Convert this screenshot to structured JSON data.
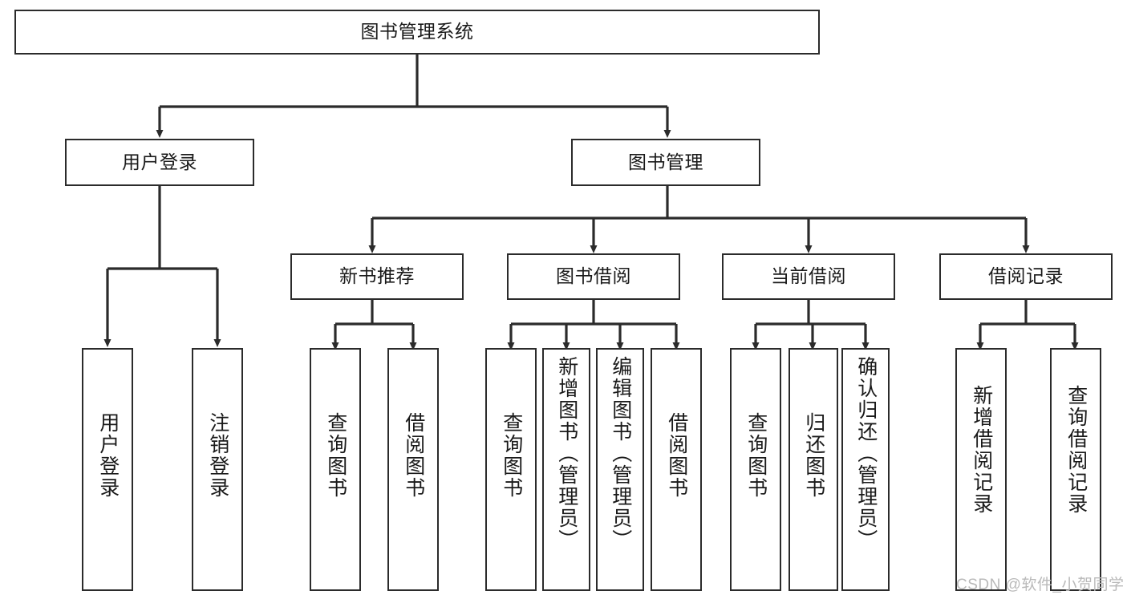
{
  "diagram": {
    "type": "tree-hierarchy-chart",
    "title": "图书管理系统",
    "watermark": "CSDN @软件_小贺同学",
    "colors": {
      "box_border": "#2b2b2b",
      "box_fill": "#ffffff",
      "connector": "#2b2b2b",
      "text": "#1a1a1a",
      "watermark": "#b9b9b9",
      "background": "#ffffff"
    },
    "levels": {
      "root": "图书管理系统",
      "level2": [
        "用户登录",
        "图书管理"
      ],
      "level3": [
        "新书推荐",
        "图书借阅",
        "当前借阅",
        "借阅记录"
      ],
      "leaves": [
        "用户登录",
        "注销登录",
        "查询图书",
        "借阅图书",
        "查询图书",
        "新增图书（管理员）",
        "编辑图书（管理员）",
        "借阅图书",
        "查询图书",
        "归还图书",
        "确认归还（管理员）",
        "新增借阅记录",
        "查询借阅记录"
      ]
    },
    "nodes": {
      "root": {
        "label": "图书管理系统"
      },
      "user_login": {
        "label": "用户登录"
      },
      "book_manage": {
        "label": "图书管理"
      },
      "new_book_rec": {
        "label": "新书推荐"
      },
      "book_borrow": {
        "label": "图书借阅"
      },
      "current_borrow": {
        "label": "当前借阅"
      },
      "borrow_record": {
        "label": "借阅记录"
      },
      "leaf_user_login": {
        "label": "用户登录"
      },
      "leaf_logout": {
        "label": "注销登录"
      },
      "leaf_query_book_1": {
        "label": "查询图书"
      },
      "leaf_borrow_book_1": {
        "label": "借阅图书"
      },
      "leaf_query_book_2": {
        "label": "查询图书"
      },
      "leaf_add_book_admin": {
        "label": "新增图书（管理员）"
      },
      "leaf_edit_book_admin": {
        "label": "编辑图书（管理员）"
      },
      "leaf_borrow_book_2": {
        "label": "借阅图书"
      },
      "leaf_query_book_3": {
        "label": "查询图书"
      },
      "leaf_return_book": {
        "label": "归还图书"
      },
      "leaf_confirm_return_admin": {
        "label": "确认归还（管理员）"
      },
      "leaf_add_borrow_record": {
        "label": "新增借阅记录"
      },
      "leaf_query_borrow_record": {
        "label": "查询借阅记录"
      }
    },
    "edges": [
      {
        "from": "root",
        "to": "user_login"
      },
      {
        "from": "root",
        "to": "book_manage"
      },
      {
        "from": "user_login",
        "to": "leaf_user_login"
      },
      {
        "from": "user_login",
        "to": "leaf_logout"
      },
      {
        "from": "book_manage",
        "to": "new_book_rec"
      },
      {
        "from": "book_manage",
        "to": "book_borrow"
      },
      {
        "from": "book_manage",
        "to": "current_borrow"
      },
      {
        "from": "book_manage",
        "to": "borrow_record"
      },
      {
        "from": "new_book_rec",
        "to": "leaf_query_book_1"
      },
      {
        "from": "new_book_rec",
        "to": "leaf_borrow_book_1"
      },
      {
        "from": "book_borrow",
        "to": "leaf_query_book_2"
      },
      {
        "from": "book_borrow",
        "to": "leaf_add_book_admin"
      },
      {
        "from": "book_borrow",
        "to": "leaf_edit_book_admin"
      },
      {
        "from": "book_borrow",
        "to": "leaf_borrow_book_2"
      },
      {
        "from": "current_borrow",
        "to": "leaf_query_book_3"
      },
      {
        "from": "current_borrow",
        "to": "leaf_return_book"
      },
      {
        "from": "current_borrow",
        "to": "leaf_confirm_return_admin"
      },
      {
        "from": "borrow_record",
        "to": "leaf_add_borrow_record"
      },
      {
        "from": "borrow_record",
        "to": "leaf_query_borrow_record"
      }
    ]
  }
}
